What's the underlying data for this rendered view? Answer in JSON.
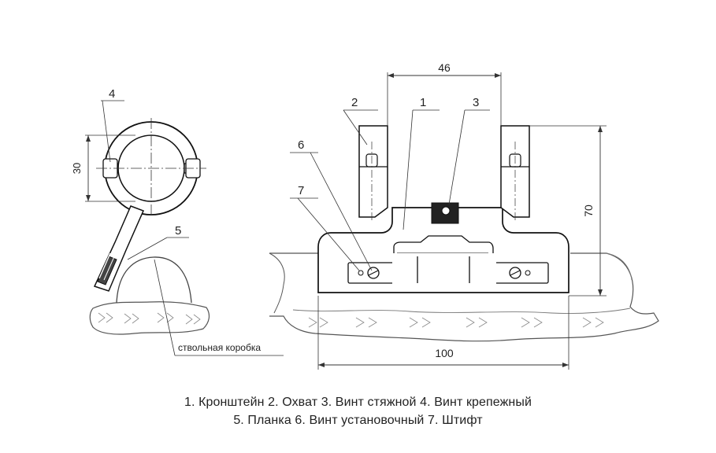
{
  "callouts": {
    "n1": "1",
    "n2": "2",
    "n3": "3",
    "n4": "4",
    "n5": "5",
    "n6": "6",
    "n7": "7"
  },
  "dimensions": {
    "width_top": "46",
    "height_right": "70",
    "width_bottom": "100",
    "ring_height": "30"
  },
  "receiver_label": "ствольная коробка",
  "legend": {
    "line1": "1. Кронштейн  2. Охват  3. Винт стяжной  4. Винт крепежный",
    "line2": "5. Планка  6. Винт установочный  7. Штифт"
  }
}
